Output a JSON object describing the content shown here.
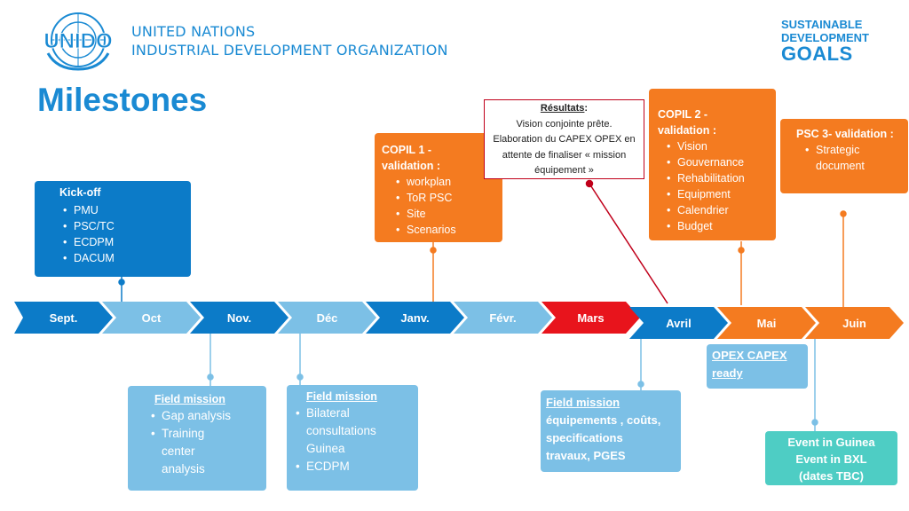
{
  "header": {
    "logo_text": "UNIDO",
    "org_line1": "UNITED NATIONS",
    "org_line2": "INDUSTRIAL DEVELOPMENT ORGANIZATION",
    "sdg_line1": "SUSTAINABLE",
    "sdg_line2": "DEVELOPMENT",
    "sdg_line3": "GOALS"
  },
  "title": "Milestones",
  "timeline": [
    {
      "label": "Sept.",
      "color": "#0c7bc8"
    },
    {
      "label": "Oct",
      "color": "#7cc0e6"
    },
    {
      "label": "Nov.",
      "color": "#0c7bc8"
    },
    {
      "label": "Déc",
      "color": "#7cc0e6"
    },
    {
      "label": "Janv.",
      "color": "#0c7bc8"
    },
    {
      "label": "Févr.",
      "color": "#7cc0e6"
    },
    {
      "label": "Mars",
      "color": "#e8141c"
    },
    {
      "label": "Avril",
      "color": "#0c7bc8"
    },
    {
      "label": "Mai",
      "color": "#f47b20"
    },
    {
      "label": "Juin",
      "color": "#f47b20"
    }
  ],
  "kickoff": {
    "title": "Kick-off",
    "items": [
      "PMU",
      "PSC/TC",
      "ECDPM",
      "DACUM"
    ]
  },
  "copil1": {
    "title_a": "COPIL 1 -",
    "title_b": "validation :",
    "items": [
      "workplan",
      "ToR PSC",
      "Site",
      "Scenarios"
    ]
  },
  "copil2": {
    "title_a": "COPIL 2 -",
    "title_b": "validation :",
    "items": [
      "Vision",
      "Gouvernance",
      "Rehabilitation",
      "Equipment",
      "Calendrier",
      "Budget"
    ]
  },
  "psc3": {
    "title": "PSC 3- validation :",
    "items": [
      "Strategic",
      "document"
    ]
  },
  "resultats": {
    "title": "Résultats",
    "colon": ":",
    "line1": "Vision conjointe prête.",
    "line2": "Elaboration du CAPEX OPEX en",
    "line3": "attente de finaliser « mission",
    "line4": "équipement »"
  },
  "field1": {
    "title": "Field mission",
    "items": [
      "Gap analysis",
      "Training",
      "center",
      "analysis"
    ]
  },
  "field2": {
    "title": "Field mission ",
    "items": [
      "Bilateral",
      "consultations",
      "Guinea",
      "ECDPM"
    ]
  },
  "field3": {
    "title": "Field mission ",
    "line1": "équipements , coûts,",
    "line2": "specifications",
    "line3": "travaux, PGES"
  },
  "opex": {
    "line1": "OPEX CAPEX",
    "line2": "ready "
  },
  "event": {
    "line1": "Event in Guinea",
    "line2": "Event in BXL",
    "line3": "(dates TBC)"
  },
  "colors": {
    "blue": "#0c7bc8",
    "light_blue": "#7cc0e6",
    "orange": "#f47b20",
    "red": "#e8141c",
    "teal": "#4ecdc4",
    "dark_red_connector": "#c0001a"
  }
}
